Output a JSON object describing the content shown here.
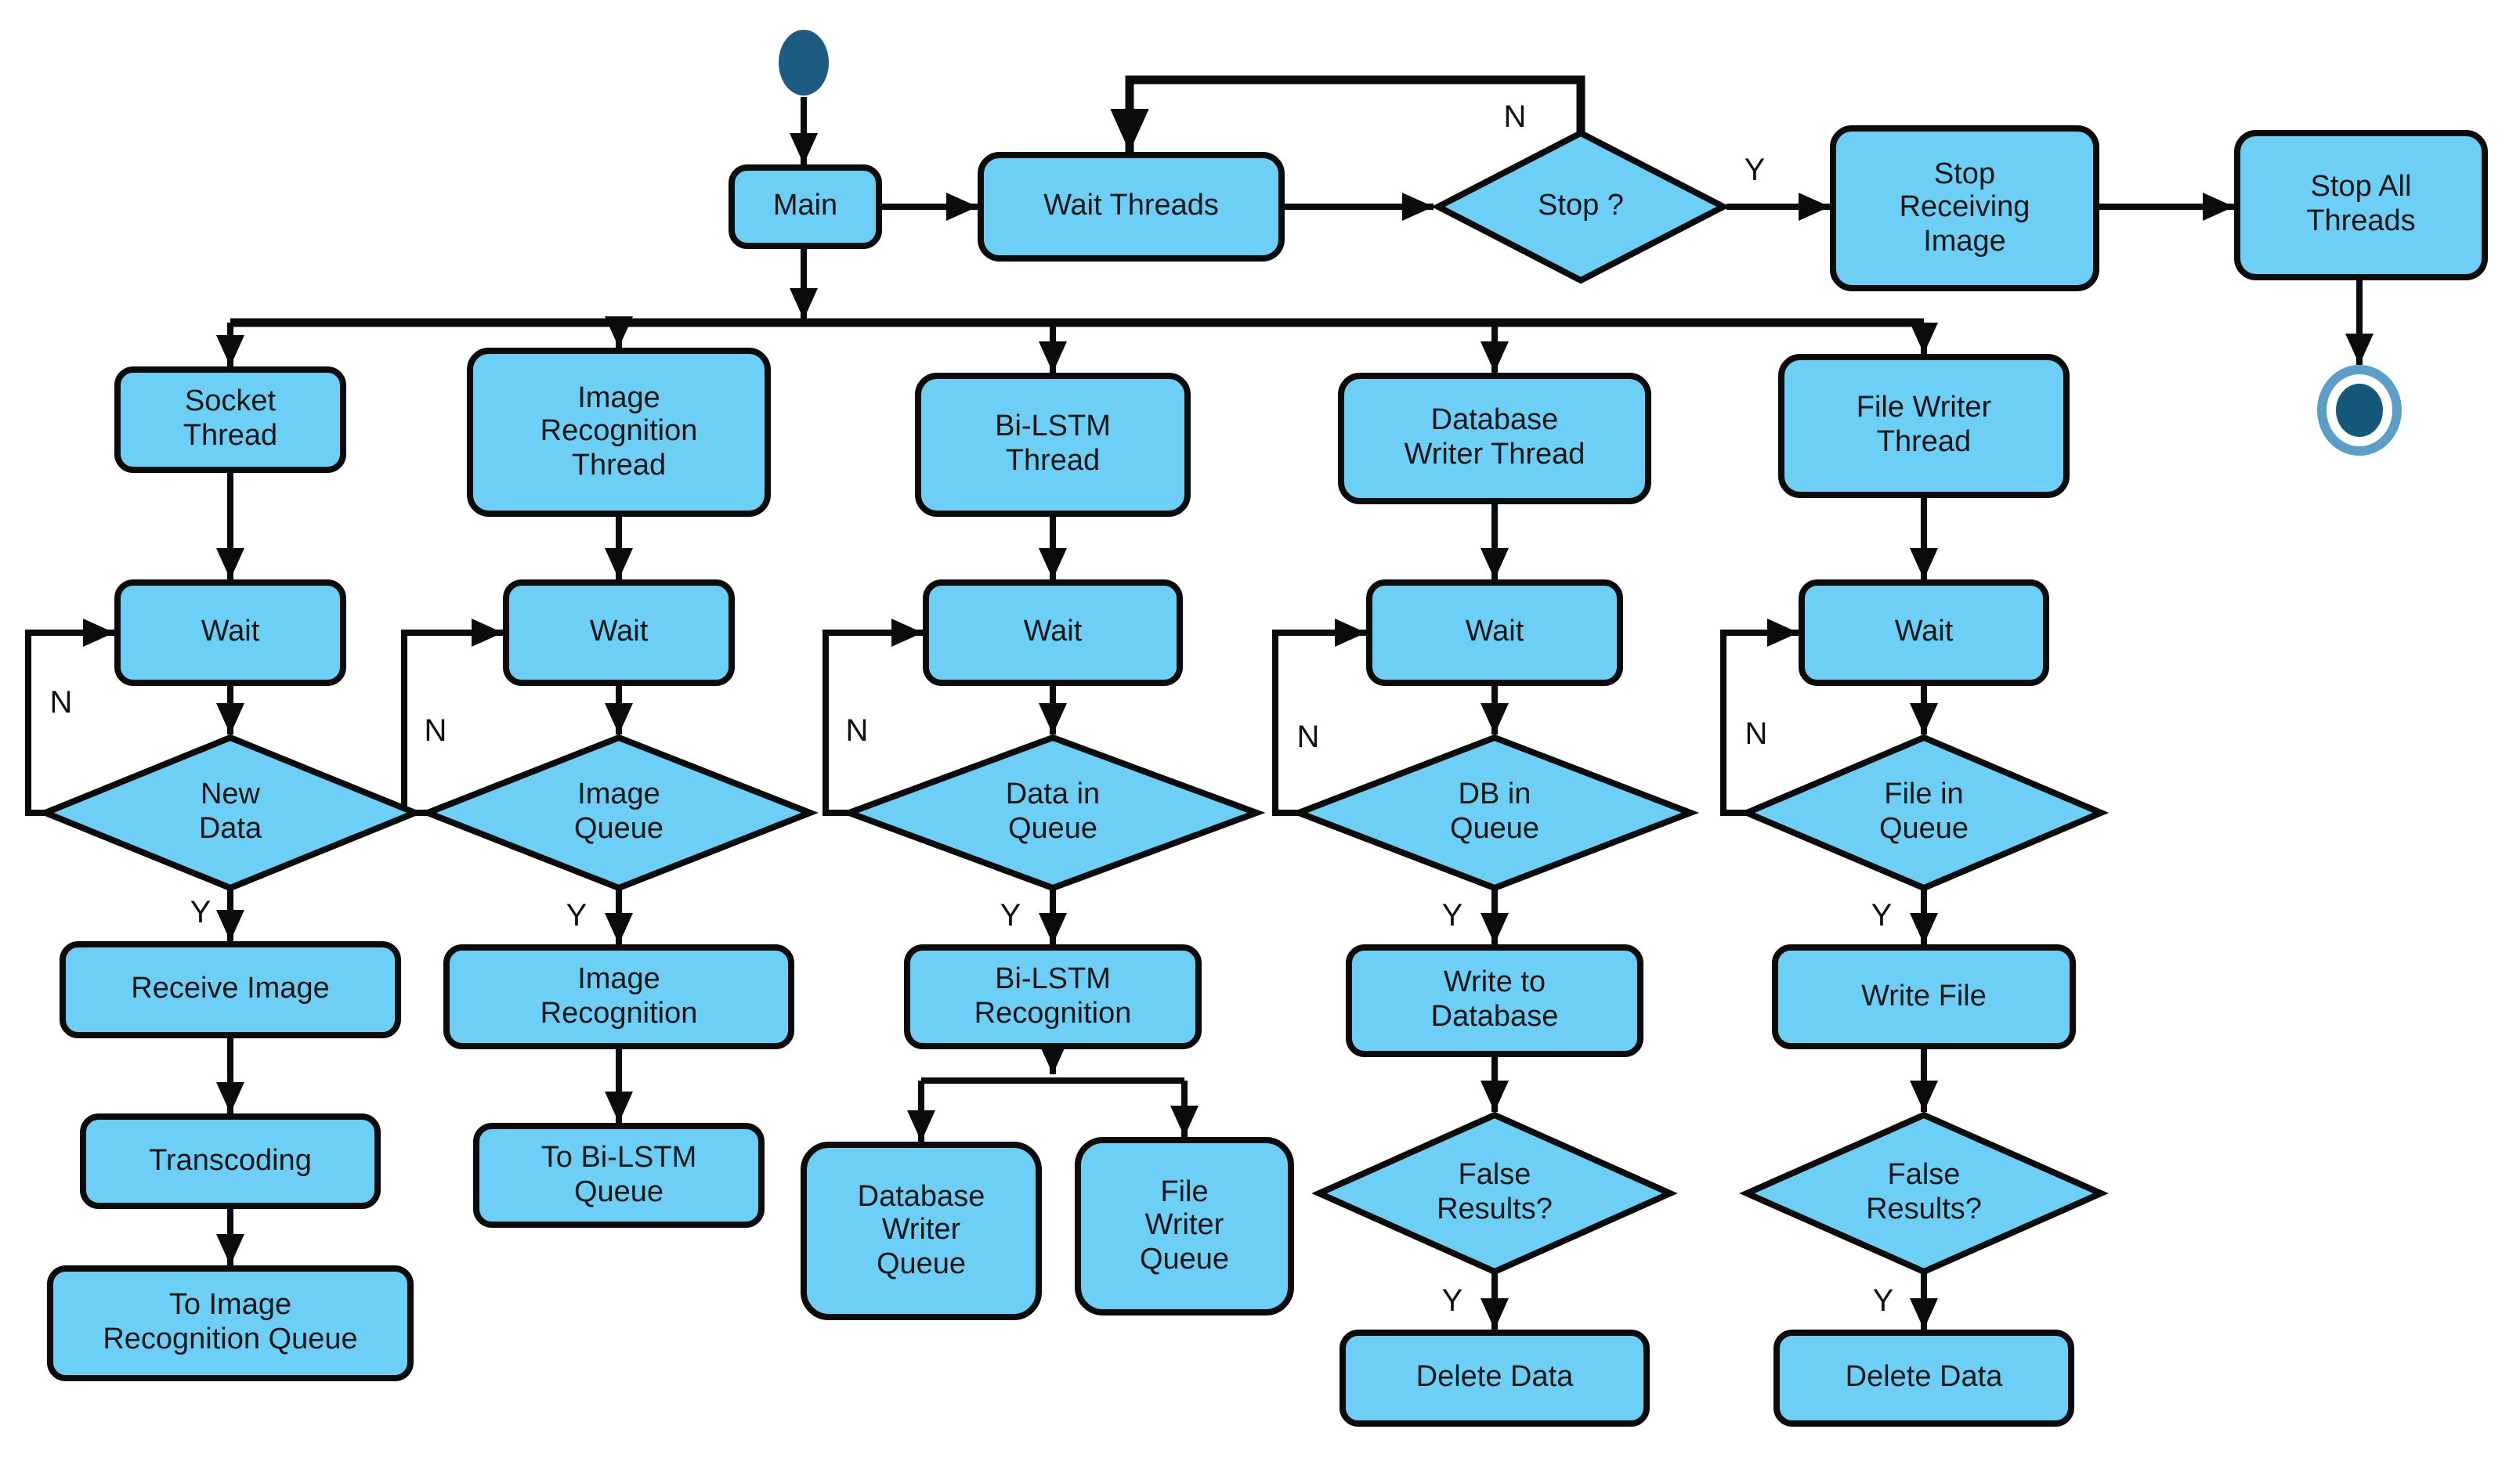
{
  "colors": {
    "node_fill": "#6DCFF6",
    "node_border": "#0B0B0B",
    "text": "#161616",
    "start_state": "#1D5C80",
    "end_ring": "#5C9FC6",
    "end_core": "#16587A",
    "background": "#FFFFFF"
  },
  "labels": {
    "yes": "Y",
    "no": "N"
  },
  "top": {
    "main": "Main",
    "wait_threads": "Wait Threads",
    "stop": "Stop ?",
    "stop_receiving_image": "Stop\nReceiving\nImage",
    "stop_all_threads": "Stop All\nThreads"
  },
  "socket": {
    "thread": "Socket\nThread",
    "wait": "Wait",
    "decision": "New\nData",
    "receive_image": "Receive Image",
    "transcoding": "Transcoding",
    "to_queue": "To Image\nRecognition Queue"
  },
  "image_recognition": {
    "thread": "Image\nRecognition\nThread",
    "wait": "Wait",
    "decision": "Image\nQueue",
    "recognition": "Image\nRecognition",
    "to_queue": "To Bi-LSTM\nQueue"
  },
  "bilstm": {
    "thread": "Bi-LSTM\nThread",
    "wait": "Wait",
    "decision": "Data in\nQueue",
    "recognition": "Bi-LSTM\nRecognition",
    "db_queue": "Database\nWriter\nQueue",
    "file_queue": "File\nWriter\nQueue"
  },
  "db_writer": {
    "thread": "Database\nWriter Thread",
    "wait": "Wait",
    "decision": "DB in\nQueue",
    "write": "Write to\nDatabase",
    "false_results": "False\nResults?",
    "delete": "Delete Data"
  },
  "file_writer": {
    "thread": "File Writer\nThread",
    "wait": "Wait",
    "decision": "File in\nQueue",
    "write": "Write File",
    "false_results": "False\nResults?",
    "delete": "Delete Data"
  }
}
